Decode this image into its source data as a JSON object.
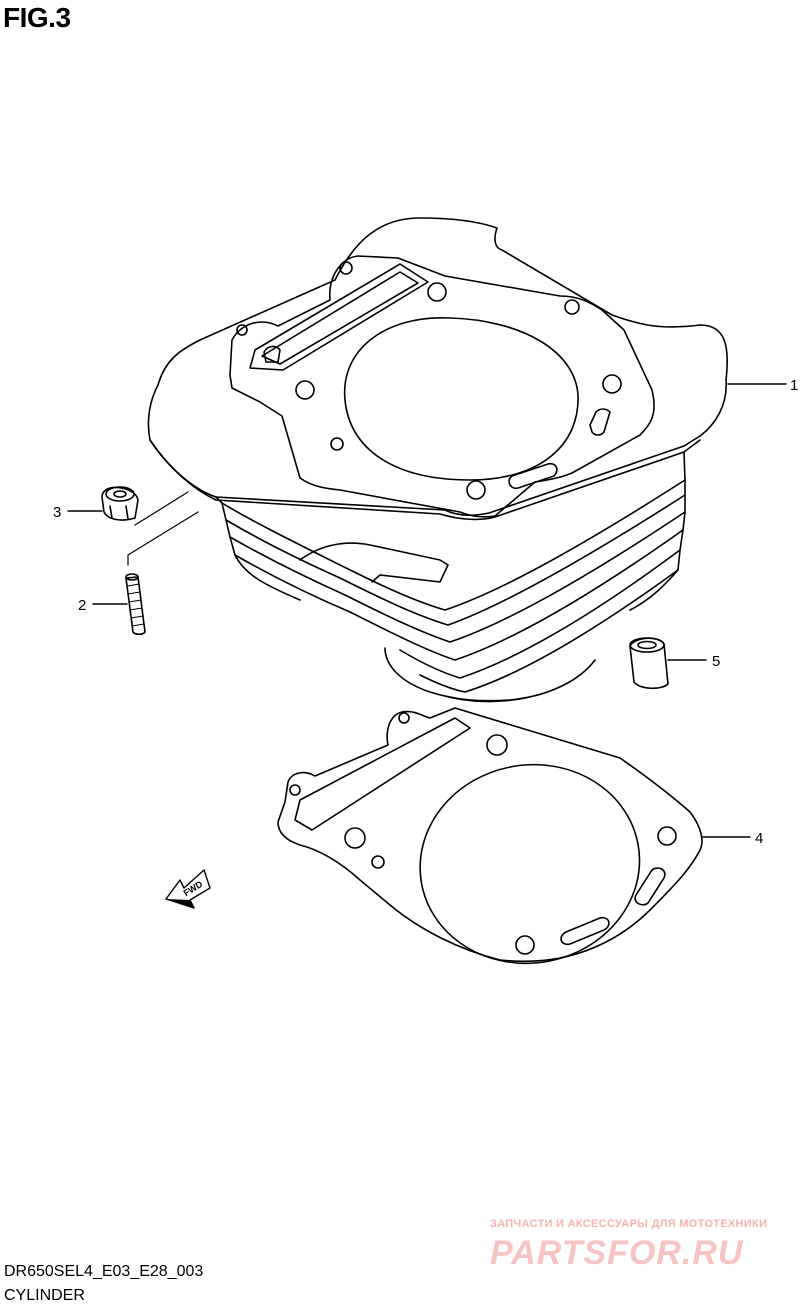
{
  "figure": {
    "title": "FIG.3",
    "code": "DR650SEL4_E03_E28_003",
    "caption": "CYLINDER"
  },
  "callouts": [
    {
      "label": "1",
      "part": "cylinder"
    },
    {
      "label": "2",
      "part": "stud"
    },
    {
      "label": "3",
      "part": "nut"
    },
    {
      "label": "4",
      "part": "base-gasket"
    },
    {
      "label": "5",
      "part": "dowel-pin"
    }
  ],
  "direction_marker": {
    "label": "FWD",
    "icon": "forward-arrow-icon"
  },
  "watermark": {
    "tagline": "ЗАПЧАСТИ И АКСЕССУАРЫ ДЛЯ МОТОТЕХНИКИ",
    "logo_text": "PARTSFOR.RU",
    "color": "#f4b4b4"
  }
}
